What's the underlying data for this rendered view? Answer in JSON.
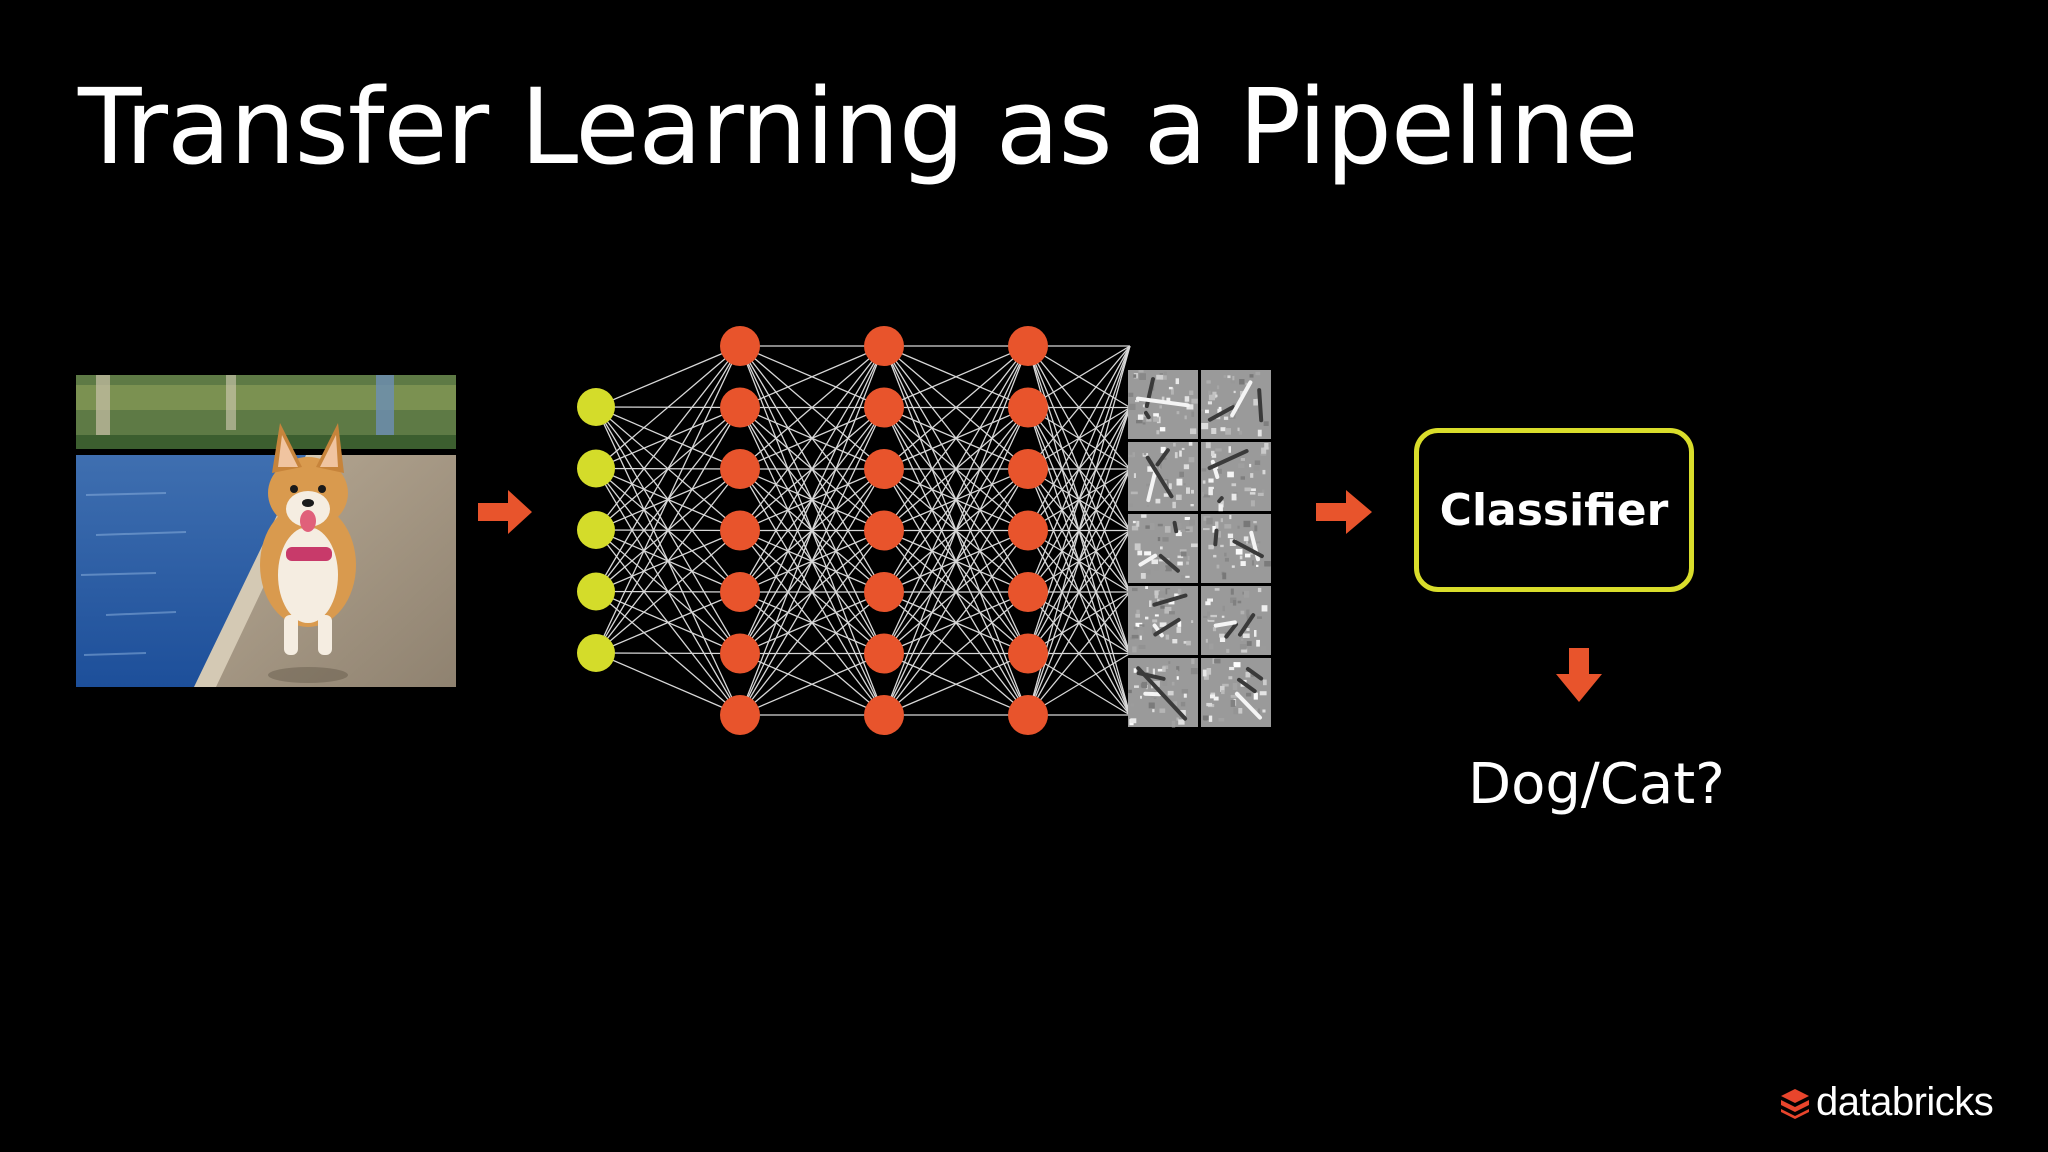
{
  "slide": {
    "title": "Transfer Learning as a Pipeline"
  },
  "classifier": {
    "label": "Classifier"
  },
  "output": {
    "label": "Dog/Cat?"
  },
  "logo": {
    "text": "databricks"
  },
  "network": {
    "input_layer_nodes": 5,
    "hidden_layers": 3,
    "hidden_layer_nodes": 7,
    "feature_map_grid": "5x2"
  },
  "colors": {
    "background": "#000000",
    "accent_orange": "#e8542c",
    "input_node_yellow": "#d4dc2a",
    "classifier_border": "#d9dd2b",
    "text": "#ffffff",
    "logo_red": "#e8452c"
  },
  "icons": {
    "photo": "corgi-photo",
    "arrows": "orange-arrow-icon",
    "logo_mark": "databricks-stack-icon"
  }
}
